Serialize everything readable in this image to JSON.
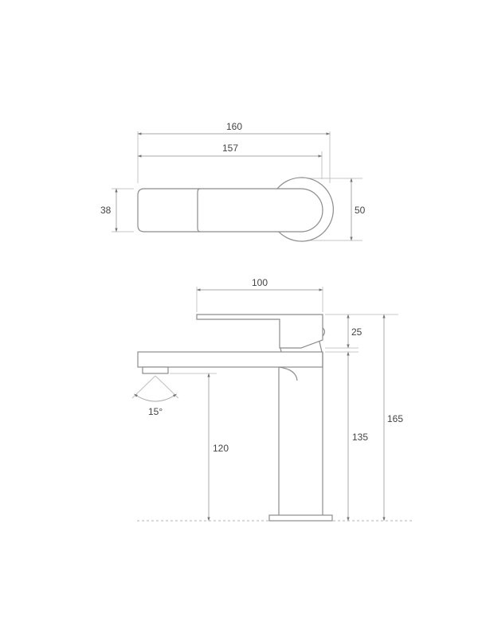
{
  "drawing": {
    "title": "Basin mixer tap dimension drawing",
    "units": "mm",
    "line_color": "#9a9a9a",
    "dim_color": "#b0b0b0",
    "text_color": "#444444"
  },
  "top_view": {
    "overall_length": "160",
    "lever_length": "157",
    "lever_width": "38",
    "body_diameter": "50"
  },
  "side_view": {
    "lever_reach": "100",
    "lever_height": "25",
    "spout_height": "120",
    "body_height": "135",
    "overall_height": "165",
    "spray_angle": "15°"
  }
}
